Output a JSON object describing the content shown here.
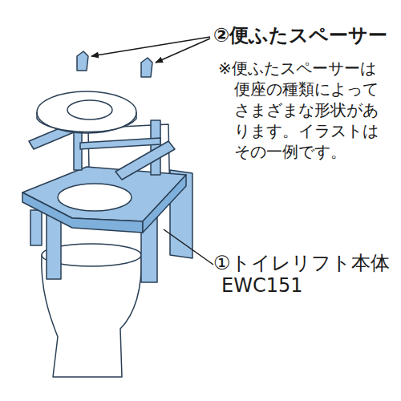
{
  "diagram": {
    "labels": [
      "②便ふたスペーサー",
      "※便ふたスペーサーは便座の種類によってさまざまな形状があります。イラストはその一例です。",
      "①トイレリフト本体",
      "EWC151"
    ]
  }
}
